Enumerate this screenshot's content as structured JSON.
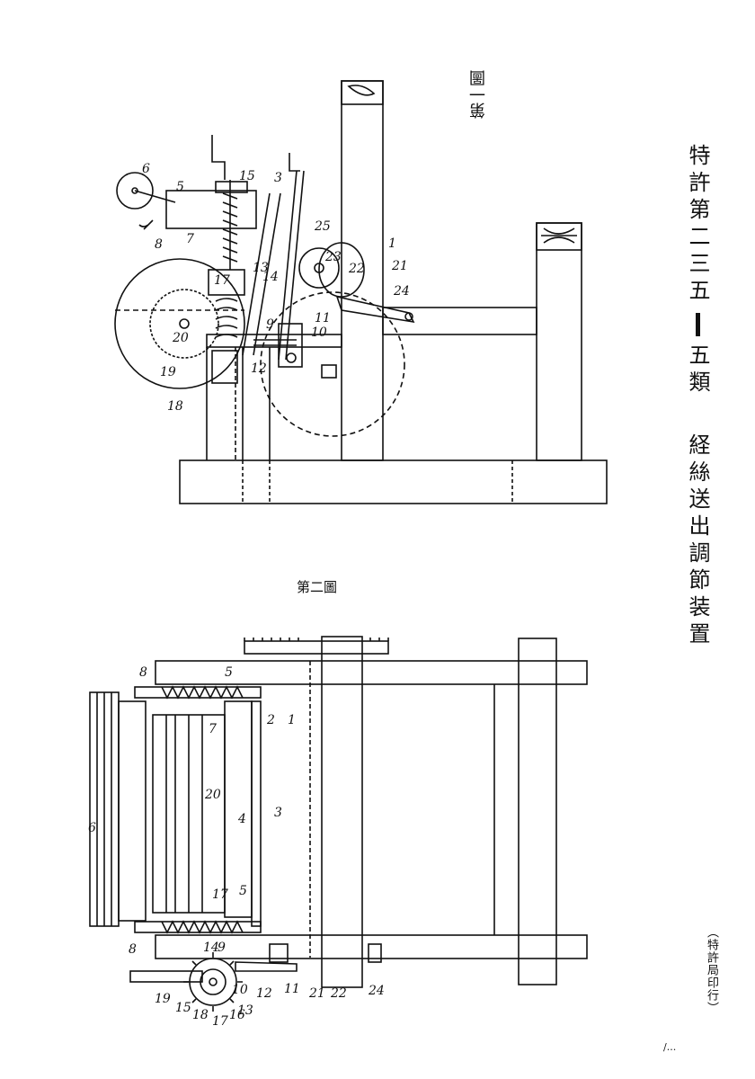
{
  "title": {
    "patent": "特許第二三五",
    "class": "五類",
    "invention": "経絲送出調節装置"
  },
  "office_mark": "（特許局印行）",
  "figure1": {
    "caption": "第一圖",
    "part_numbers": [
      "1",
      "3",
      "5",
      "6",
      "7",
      "8",
      "9",
      "10",
      "11",
      "12",
      "13",
      "14",
      "15",
      "17",
      "18",
      "19",
      "20",
      "21",
      "22",
      "23",
      "24",
      "25"
    ]
  },
  "figure2": {
    "caption": "第二圖",
    "part_numbers": [
      "1",
      "2",
      "3",
      "4",
      "5",
      "5",
      "6",
      "7",
      "8",
      "8",
      "9",
      "10",
      "11",
      "12",
      "13",
      "14",
      "15",
      "16",
      "17",
      "17",
      "18",
      "19",
      "20",
      "21",
      "22",
      "24"
    ]
  },
  "page_mark": "/..."
}
